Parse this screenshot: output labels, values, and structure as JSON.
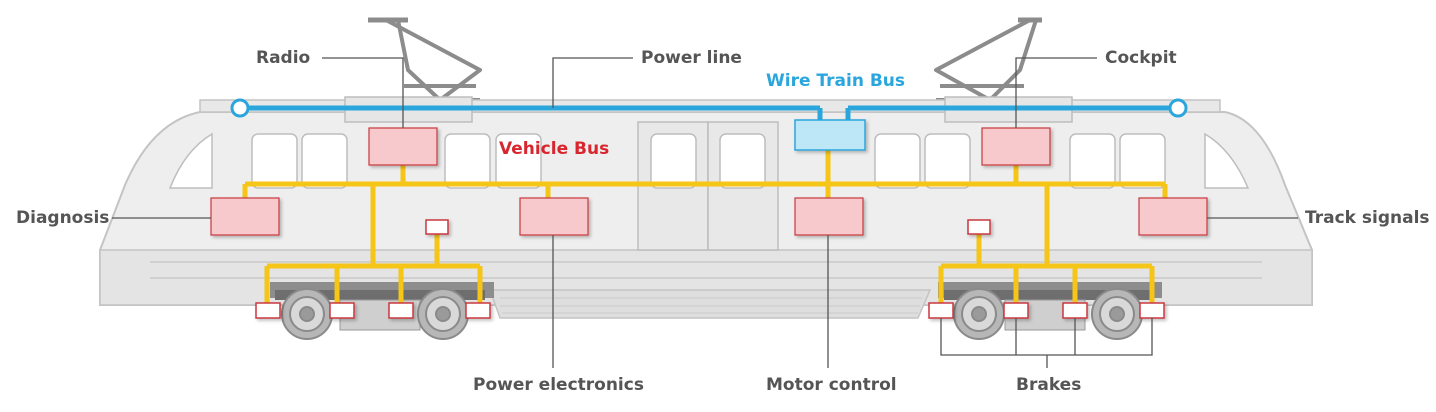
{
  "labels": {
    "radio": "Radio",
    "power_line": "Power line",
    "wire_train_bus": "Wire Train Bus",
    "cockpit": "Cockpit",
    "vehicle_bus": "Vehicle Bus",
    "diagnosis": "Diagnosis",
    "track_signals": "Track signals",
    "power_electronics": "Power electronics",
    "motor_control": "Motor control",
    "brakes": "Brakes"
  },
  "colors": {
    "train_body": "#eeeeee",
    "train_outline": "#c4c4c4",
    "window": "#ffffff",
    "wire_train_bus": "#2aa6dc",
    "vehicle_bus": "#f5c518",
    "control_unit": "#f7c9cc",
    "control_unit_border": "#c8383e",
    "gateway": "#bde6f7",
    "callout_line": "#555555"
  }
}
